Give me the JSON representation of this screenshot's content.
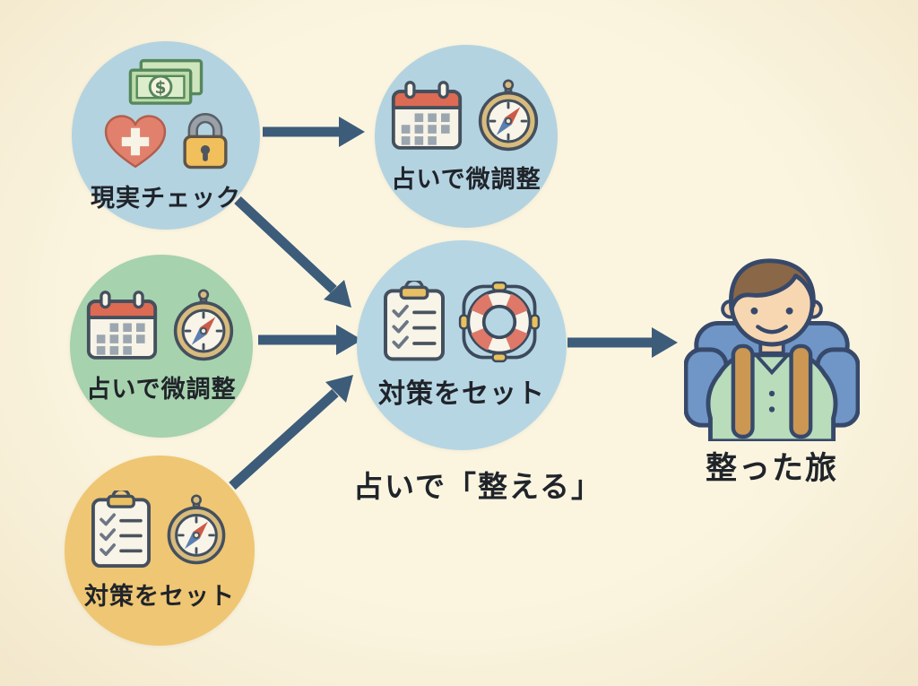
{
  "diagram": {
    "background_color": "#faf3dc",
    "arrow_color": "#3c5c7a",
    "text_color": "#20242a",
    "nodes": [
      {
        "id": "reality-check",
        "label": "現実チェック",
        "color": "#b4d3e1",
        "icons": [
          "banknotes",
          "medical-heart",
          "padlock"
        ]
      },
      {
        "id": "fortune-adjust-top",
        "label": "占いで微調整",
        "color": "#b4d3e1",
        "icons": [
          "calendar",
          "compass"
        ]
      },
      {
        "id": "fortune-adjust-left",
        "label": "占いで微調整",
        "color": "#a6d2ae",
        "icons": [
          "calendar",
          "compass"
        ]
      },
      {
        "id": "set-measures-center",
        "label": "対策をセット",
        "color": "#b7d6e4",
        "icons": [
          "checklist-clipboard",
          "lifebuoy"
        ]
      },
      {
        "id": "set-measures-bottom",
        "label": "対策をセット",
        "color": "#efc673",
        "icons": [
          "checklist-clipboard",
          "compass"
        ]
      }
    ],
    "arrows": [
      {
        "from": "reality-check",
        "to": "fortune-adjust-top"
      },
      {
        "from": "reality-check",
        "to": "set-measures-center"
      },
      {
        "from": "fortune-adjust-left",
        "to": "set-measures-center"
      },
      {
        "from": "set-measures-bottom",
        "to": "set-measures-center"
      },
      {
        "from": "set-measures-center",
        "to": "traveler"
      }
    ],
    "caption": "占いで「整える」",
    "result": {
      "id": "traveler",
      "label": "整った旅"
    },
    "banknote_symbol": "$"
  }
}
